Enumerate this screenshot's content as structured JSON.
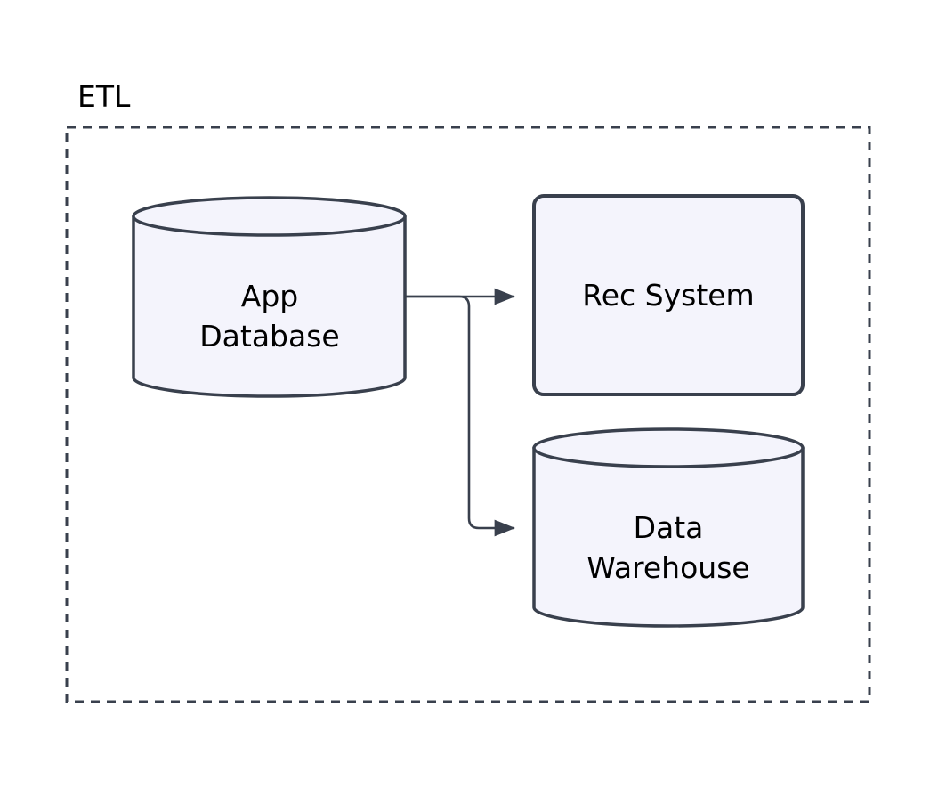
{
  "diagram": {
    "type": "flow-architecture",
    "background_color": "#ffffff",
    "group": {
      "label": "ETL",
      "border_color": "#39404d",
      "border_style": "dashed",
      "fill": "none"
    },
    "style": {
      "node_fill": "#f4f4fc",
      "node_stroke": "#39404d",
      "edge_stroke": "#39404d",
      "text_color": "#000000"
    },
    "nodes": [
      {
        "id": "app-database",
        "label": "App\nDatabase",
        "shape": "cylinder"
      },
      {
        "id": "rec-system",
        "label": "Rec System",
        "shape": "rounded-rectangle"
      },
      {
        "id": "data-warehouse",
        "label": "Data\nWarehouse",
        "shape": "cylinder"
      }
    ],
    "edges": [
      {
        "id": "app-database-to-rec-system",
        "from": "app-database",
        "to": "rec-system",
        "label": "",
        "arrow": "end"
      },
      {
        "id": "app-database-to-data-warehouse",
        "from": "app-database",
        "to": "data-warehouse",
        "label": "",
        "arrow": "end"
      }
    ]
  }
}
